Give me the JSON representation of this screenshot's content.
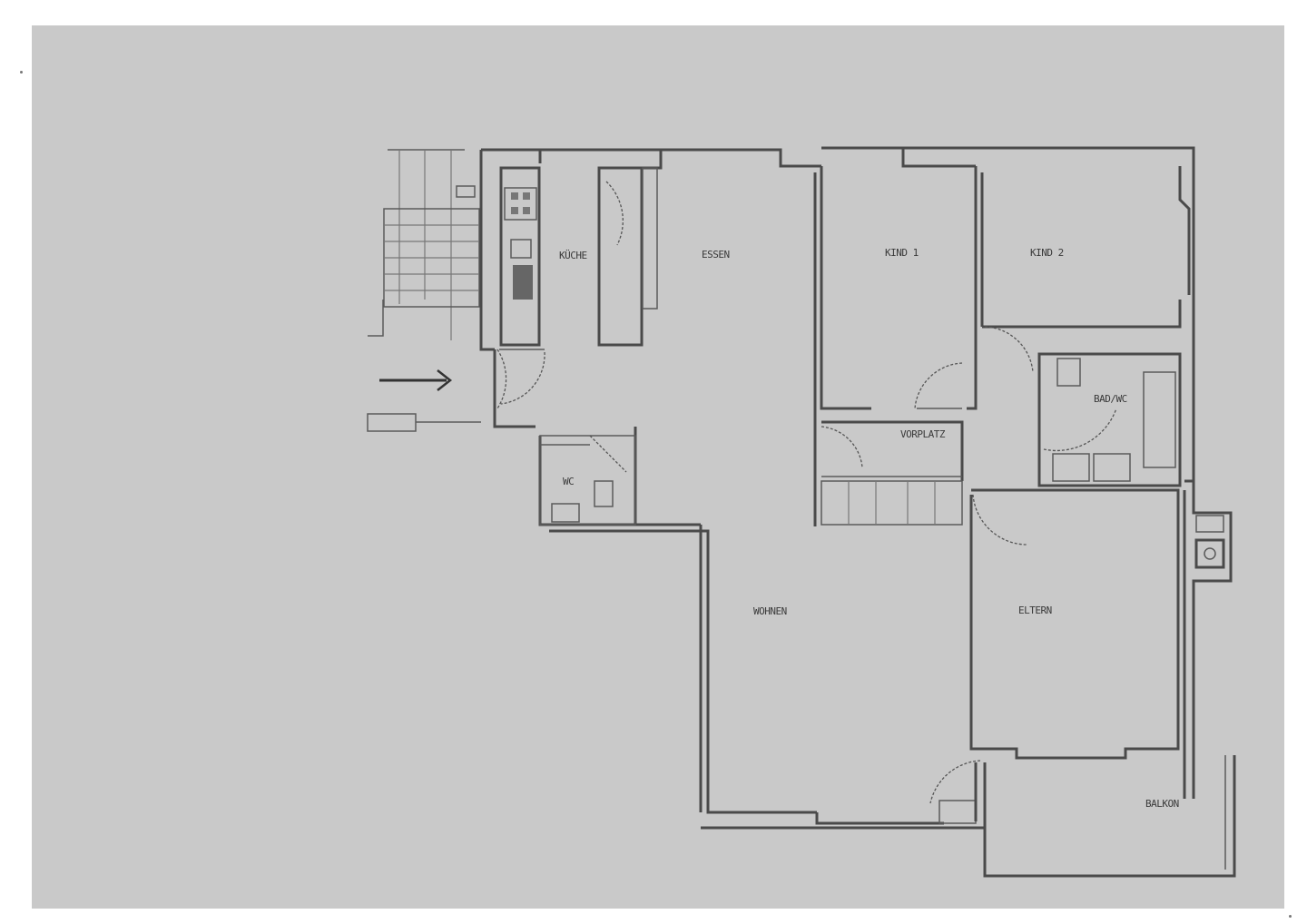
{
  "document": {
    "type": "floor plan scan",
    "background_color": "#c9c9c9",
    "line_color": "#4a4a4a"
  },
  "rooms": [
    {
      "id": "kueche",
      "label": "KÜCHE"
    },
    {
      "id": "essen",
      "label": "ESSEN"
    },
    {
      "id": "kind1",
      "label": "KIND 1"
    },
    {
      "id": "kind2",
      "label": "KIND 2"
    },
    {
      "id": "vorplatz",
      "label": "VORPLATZ"
    },
    {
      "id": "bad",
      "label": "BAD/WC"
    },
    {
      "id": "wc",
      "label": "WC"
    },
    {
      "id": "wohnen",
      "label": "WOHNEN"
    },
    {
      "id": "eltern",
      "label": "ELTERN"
    },
    {
      "id": "balkon",
      "label": "BALKON"
    }
  ],
  "entrance": {
    "icon": "arrow-right-icon"
  }
}
